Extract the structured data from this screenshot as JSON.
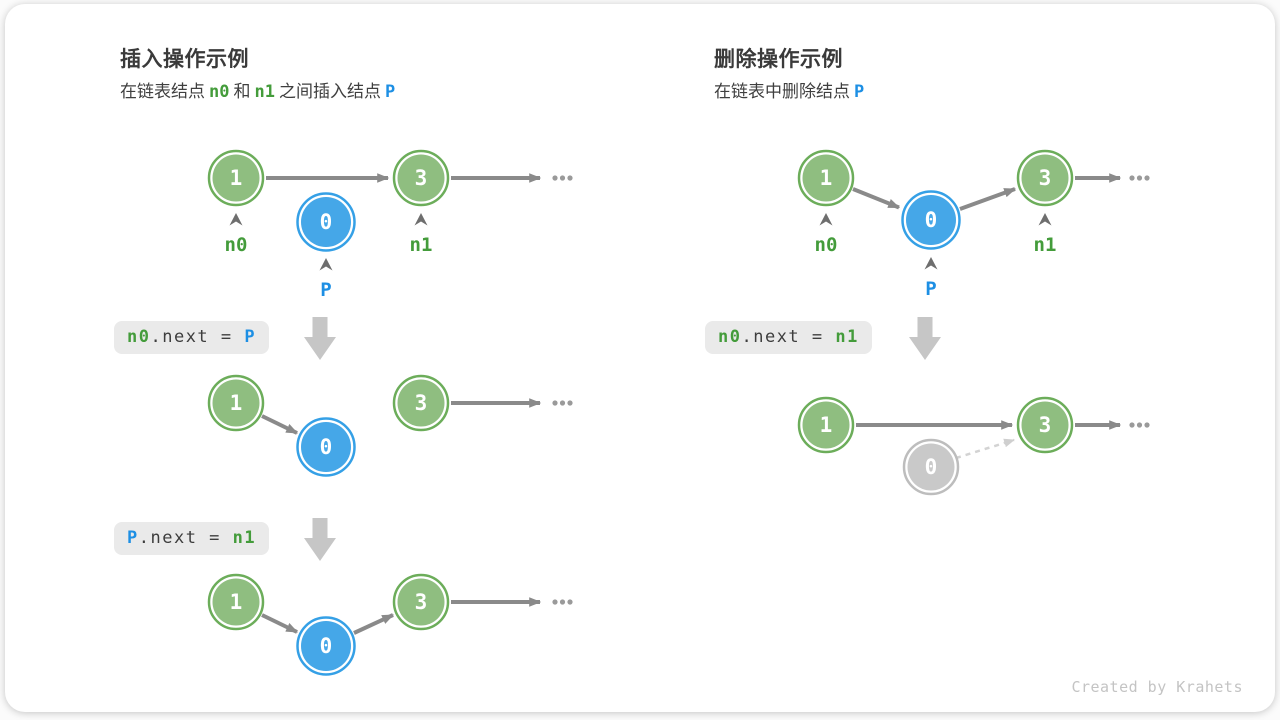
{
  "left_panel": {
    "title": "插入操作示例",
    "subtitle": [
      {
        "t": "在链表结点"
      },
      {
        "t": "n0"
      },
      {
        "t": "和"
      },
      {
        "t": "n1"
      },
      {
        "t": "之间插入结点"
      },
      {
        "t": "P"
      }
    ],
    "code_step1": [
      {
        "t": "n0"
      },
      {
        "t": ".next = "
      },
      {
        "t": "P"
      }
    ],
    "code_step2": [
      {
        "t": "P"
      },
      {
        "t": ".next = "
      },
      {
        "t": "n1"
      }
    ],
    "pointer_labels": {
      "n0": "n0",
      "p": "P",
      "n1": "n1"
    },
    "node_values": {
      "n0_node": "1",
      "p_node": "0",
      "n1_node": "3"
    }
  },
  "right_panel": {
    "title": "删除操作示例",
    "subtitle": [
      {
        "t": "在链表中删除结点"
      },
      {
        "t": "P"
      }
    ],
    "code_step1": [
      {
        "t": "n0"
      },
      {
        "t": ".next = "
      },
      {
        "t": "n1"
      }
    ],
    "pointer_labels": {
      "n0": "n0",
      "p": "P",
      "n1": "n1"
    },
    "node_values": {
      "n0_node": "1",
      "p_node": "0",
      "n1_node": "3"
    }
  },
  "footer": {
    "credit": "Created by Krahets"
  },
  "glyphs": {
    "ellipsis": "...",
    "pointer_marker": "^",
    "step_marker": "down-block-arrow"
  },
  "colors": {
    "node_green_fill": "#8fbe80",
    "node_green_ring": "#6cad5a",
    "node_blue_fill": "#45a7e8",
    "node_blue_ring": "#35a0e6",
    "node_gray_fill": "#c9c9c9",
    "node_gray_ring": "#bdbdbd",
    "text_green": "#449c3b",
    "text_blue": "#1d8fe4",
    "arrow_gray": "#8a8a8a",
    "arrow_light": "#d3d3d3",
    "badge_bg": "#eaeaea",
    "title_text": "#3a3a3a",
    "credit_text": "#c4c4c4"
  }
}
